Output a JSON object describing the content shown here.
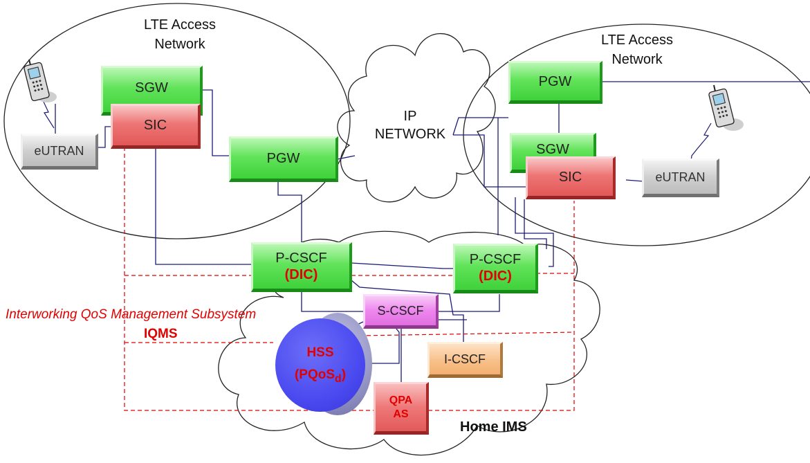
{
  "regions": {
    "lte_left": {
      "title_line1": "LTE Access",
      "title_line2": "Network"
    },
    "lte_right": {
      "title_line1": "LTE Access",
      "title_line2": "Network"
    },
    "ip_network": {
      "line1": "IP",
      "line2": "NETWORK"
    },
    "home_ims": {
      "label": "Home IMS"
    }
  },
  "nodes": {
    "sgw_left": "SGW",
    "sic_left": "SIC",
    "pgw_left": "PGW",
    "eutran_left": "eUTRAN",
    "pgw_right": "PGW",
    "sgw_right": "SGW",
    "sic_right": "SIC",
    "eutran_right": "eUTRAN",
    "pcscf_left": {
      "name": "P-CSCF",
      "tag": "(DIC)"
    },
    "pcscf_right": {
      "name": "P-CSCF",
      "tag": "(DIC)"
    },
    "scscf": "S-CSCF",
    "icscf": "I-CSCF",
    "hss": {
      "name": "HSS",
      "sub_main": "(PQoS",
      "sub_index": "d",
      "sub_close": ")"
    },
    "qpa": {
      "line1": "QPA",
      "line2": "AS"
    }
  },
  "iqms": {
    "caption": "Interworking QoS Management Subsystem",
    "acronym": "IQMS"
  },
  "colors": {
    "link_line": "#1a1a7a",
    "iqms_dashed": "#e00000",
    "node_green": "#4fd94a",
    "node_red": "#e86464",
    "hss_blue": "#4a4af0"
  },
  "icons": [
    "mobile-phone-icon",
    "mobile-phone-icon"
  ]
}
